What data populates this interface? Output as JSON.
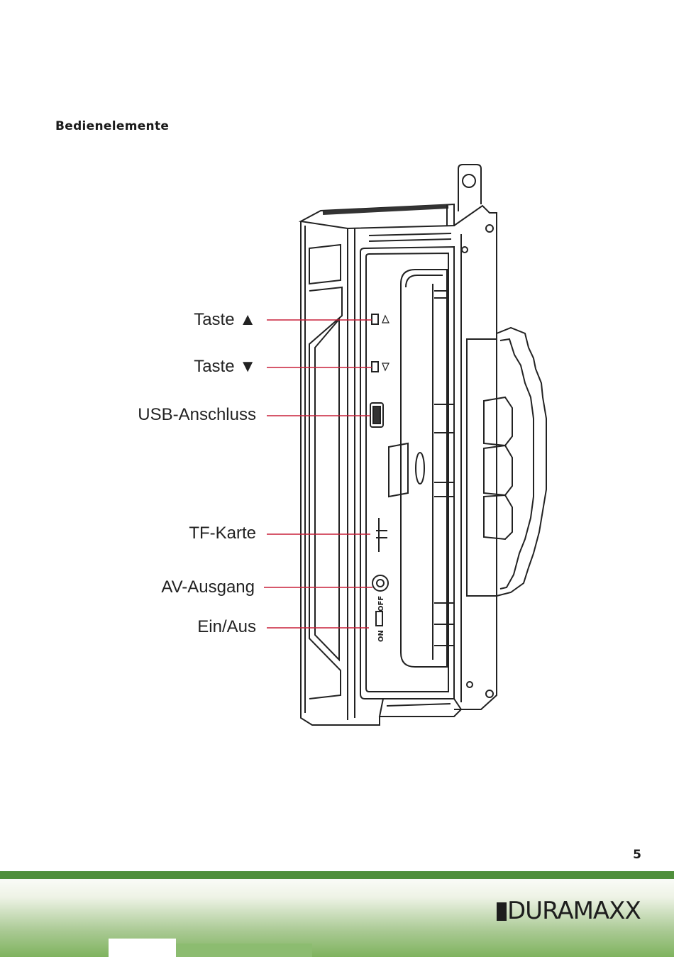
{
  "section_title": "Bedienelemente",
  "labels": {
    "taste_up": "Taste ▲",
    "taste_down": "Taste ▼",
    "usb": "USB-Anschluss",
    "tf": "TF-Karte",
    "av": "AV-Ausgang",
    "power": "Ein/Aus"
  },
  "switch": {
    "on": "ON",
    "off": "OFF"
  },
  "page_number": "5",
  "brand": "DURAMAXX",
  "colors": {
    "leader_line": "#c8203a",
    "footer_green": "#4f8f3b"
  }
}
